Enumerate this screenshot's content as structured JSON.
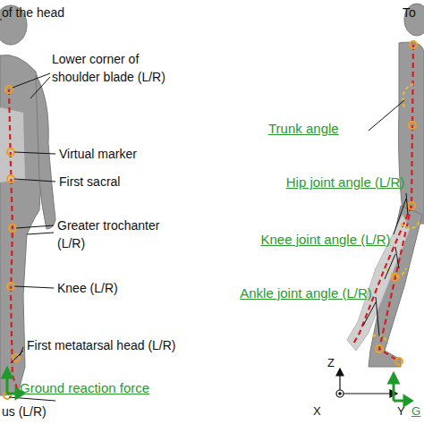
{
  "diagram": {
    "labels": [
      "of the head",
      "Lower corner of shoulder blade (L/R)",
      "Virtual marker",
      "First sacral",
      "Greater trochanter (L/R)",
      "Knee (L/R)",
      "First metatarsal head (L/R)",
      "Ground reaction force",
      "us (L/R)",
      "To",
      "Trunk angle",
      "Hip joint angle (L/R)",
      "Knee joint angle (L/R)",
      "Ankle joint angle (L/R)",
      "Z",
      "Y",
      "X",
      "G"
    ]
  }
}
